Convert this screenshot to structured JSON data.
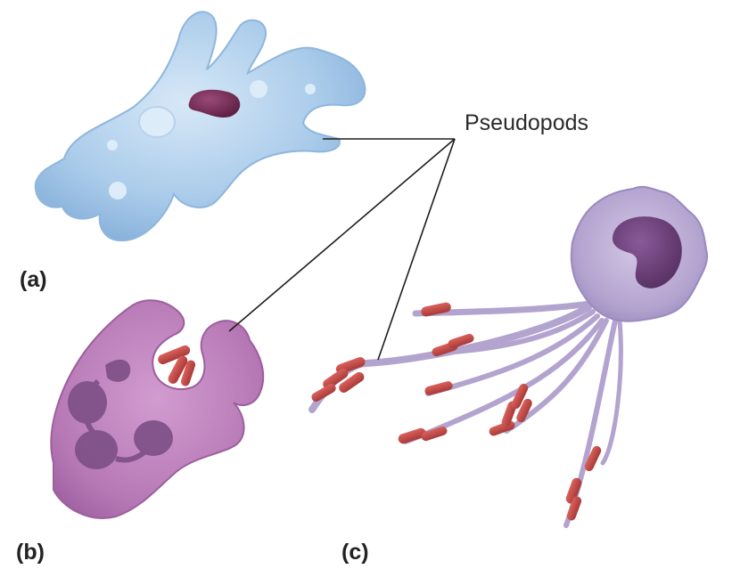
{
  "labels": {
    "panel_a": "(a)",
    "panel_b": "(b)",
    "panel_c": "(c)",
    "callout": "Pseudopods"
  },
  "figures": {
    "a": {
      "subject": "amoeba",
      "fill": "#a9cbea",
      "nucleus": "#7a2d57"
    },
    "b": {
      "subject": "white-blood-cell-engulfing-bacteria",
      "fill": "#b678b5",
      "nucleus": "#7d4f86"
    },
    "c": {
      "subject": "macrophage-with-extended-pseudopods",
      "fill": "#b3a3cf",
      "nucleus": "#6b3f78"
    }
  },
  "colors": {
    "bacteria": "#c24b48",
    "leader_line": "#1e1e1e"
  }
}
